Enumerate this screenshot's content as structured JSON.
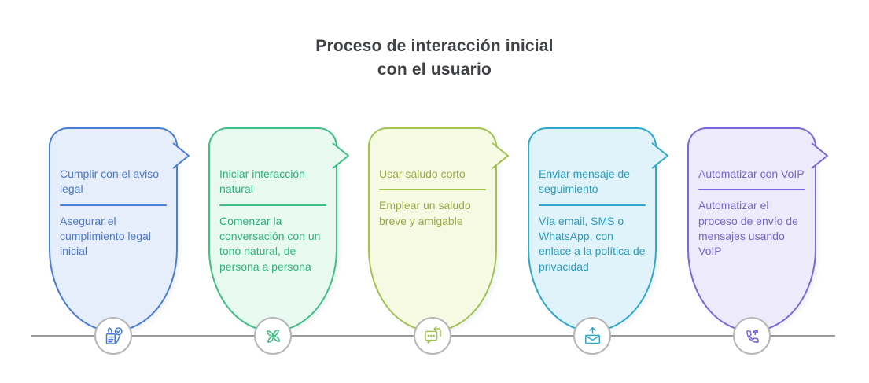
{
  "title": "Proceso de interacción inicial\ncon el usuario",
  "colors": {
    "heading": "#3f4245",
    "timeline": "#9a9a9a",
    "icon_circle_border": "#b6b6b6",
    "icon_circle_fill": "#ffffff"
  },
  "steps": [
    {
      "title": "Cumplir con el aviso legal",
      "description": "Asegurar el cumplimiento legal inicial",
      "icon": "legal-compliance-icon",
      "accent_color": "#4a7dd4",
      "fill_color": "#e6edfb",
      "text_color": "#4e7ac9"
    },
    {
      "title": "Iniciar interacción natural",
      "description": "Comenzar la conversación con un tono natural, de persona a persona",
      "icon": "natural-interaction-icon",
      "accent_color": "#3fbe85",
      "fill_color": "#e7f9f0",
      "text_color": "#2fb27a"
    },
    {
      "title": "Usar saludo corto",
      "description": "Emplear un saludo breve y amigable",
      "icon": "short-greeting-chat-icon",
      "accent_color": "#a4c254",
      "fill_color": "#f6fae2",
      "text_color": "#9aab47"
    },
    {
      "title": "Enviar mensaje de seguimiento",
      "description": "Vía email, SMS o WhatsApp, con enlace a la política de privacidad",
      "icon": "send-email-icon",
      "accent_color": "#2fa8cc",
      "fill_color": "#e0f3fa",
      "text_color": "#2a9cbd"
    },
    {
      "title": "Automatizar con VoIP",
      "description": "Automatizar el proceso de envío de mensajes usando VoIP",
      "icon": "voip-call-routing-icon",
      "accent_color": "#7968d8",
      "fill_color": "#edebfb",
      "text_color": "#7667cd"
    }
  ]
}
